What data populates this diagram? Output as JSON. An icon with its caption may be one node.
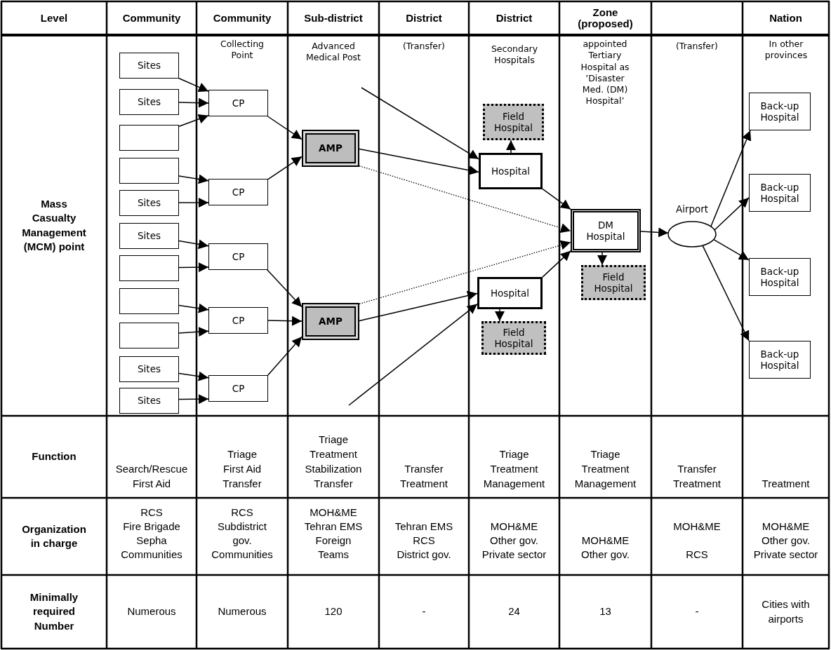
{
  "diagram": {
    "nodes": [
      {
        "text": [
          "Sites"
        ]
      },
      {
        "text": [
          "Sites"
        ]
      },
      {
        "text": [],
        "shape": "box"
      },
      {
        "text": [],
        "shape": "box"
      },
      {
        "text": [
          "Sites"
        ]
      },
      {
        "text": [
          "Sites"
        ]
      },
      {
        "text": [],
        "shape": "box"
      },
      {
        "text": [],
        "shape": "box"
      },
      {
        "text": [],
        "shape": "box"
      },
      {
        "text": [
          "Sites"
        ]
      },
      {
        "text": [
          "Sites"
        ]
      },
      {
        "text": [
          "CP"
        ]
      },
      {
        "text": [
          "CP"
        ]
      },
      {
        "text": [
          "CP"
        ]
      },
      {
        "text": [
          "CP"
        ]
      },
      {
        "text": [
          "CP"
        ]
      },
      {
        "text": [
          "AMP"
        ]
      },
      {
        "text": [
          "AMP"
        ]
      },
      {
        "text": [
          "Field Hospital"
        ]
      },
      {
        "text": [
          "Hospital"
        ]
      },
      {
        "text": [
          "Hospital"
        ]
      },
      {
        "text": [
          "Field Hospital"
        ]
      },
      {
        "text": [
          "DM Hospital"
        ]
      },
      {
        "text": [
          "Field Hospital"
        ]
      },
      {
        "text": [
          "Airport"
        ]
      },
      {
        "text": [
          "Back-up Hospital"
        ]
      },
      {
        "text": [
          "Back-up Hospital"
        ]
      },
      {
        "text": [
          "Back-up Hospital"
        ]
      },
      {
        "text": [
          "Back-up Hospital"
        ]
      }
    ],
    "edges": [
      {
        "from": 0,
        "to": 11,
        "arrow": "to"
      },
      {
        "from": 1,
        "to": 11,
        "arrow": "to"
      },
      {
        "from": 2,
        "to": 11,
        "arrow": "to"
      },
      {
        "from": 3,
        "to": 12,
        "arrow": "to"
      },
      {
        "from": 4,
        "to": 12,
        "arrow": "to"
      },
      {
        "from": 5,
        "to": 13,
        "arrow": "to"
      },
      {
        "from": 6,
        "to": 13,
        "arrow": "to"
      },
      {
        "from": 7,
        "to": 14,
        "arrow": "to"
      },
      {
        "from": 8,
        "to": 14,
        "arrow": "to"
      },
      {
        "from": 9,
        "to": 15,
        "arrow": "to"
      },
      {
        "from": 10,
        "to": 15,
        "arrow": "to"
      },
      {
        "from": 11,
        "to": 16,
        "arrow": "to"
      },
      {
        "from": 12,
        "to": 16,
        "arrow": "to"
      },
      {
        "from": 13,
        "to": 17,
        "arrow": "to"
      },
      {
        "from": 14,
        "to": 17,
        "arrow": "to"
      },
      {
        "from": 15,
        "to": 17,
        "arrow": "to"
      },
      {
        "from": null,
        "to": 19,
        "arrow": "to"
      },
      {
        "from": 16,
        "to": 19,
        "arrow": "to"
      },
      {
        "from": 19,
        "to": 18,
        "arrow": "to"
      },
      {
        "from": 16,
        "to": 22,
        "arrow": "to",
        "style": "dashed"
      },
      {
        "from": 19,
        "to": 22,
        "arrow": "to"
      },
      {
        "from": 17,
        "to": 22,
        "arrow": "to",
        "style": "dashed"
      },
      {
        "from": null,
        "to": 20,
        "arrow": "to"
      },
      {
        "from": 17,
        "to": 20,
        "arrow": "to"
      },
      {
        "from": 20,
        "to": 21,
        "arrow": "to"
      },
      {
        "from": 20,
        "to": 22,
        "arrow": "to"
      },
      {
        "from": 22,
        "to": 23,
        "arrow": "to"
      },
      {
        "from": 22,
        "to": 24,
        "arrow": "to"
      },
      {
        "from": 24,
        "to": 25,
        "arrow": "to"
      },
      {
        "from": 24,
        "to": 26,
        "arrow": "to"
      },
      {
        "from": 24,
        "to": 27,
        "arrow": "to"
      },
      {
        "from": 24,
        "to": 28,
        "arrow": "to"
      }
    ],
    "labels": [
      "Level",
      "Community",
      "Community",
      "Sub-district",
      "District",
      "District",
      "Zone (proposed)",
      "Nation",
      "Mass Casualty Management (MCM) point",
      "Collecting Point",
      "Advanced Medical Post",
      "(Transfer)",
      "Secondary Hospitals",
      "appointed Tertiary Hospital as ’Disaster Med. (DM) Hospital’",
      "(Transfer)",
      "In other provinces",
      "Function",
      "Search/Rescue",
      "First Aid",
      "Triage",
      "First Aid",
      "Transfer",
      "Triage",
      "Treatment",
      "Stabilization",
      "Transfer",
      "Transfer",
      "Treatment",
      "Triage",
      "Treatment",
      "Management",
      "Triage",
      "Treatment",
      "Management",
      "Transfer",
      "Treatment",
      "Treatment",
      "Organization in charge",
      "RCS",
      "Fire Brigade",
      "Sepha",
      "Communities",
      "RCS",
      "Subdistrict",
      "gov.",
      "Communities",
      "MOH&ME",
      "Tehran EMS",
      "Foreign",
      "Teams",
      "Tehran EMS",
      "RCS",
      "District gov.",
      "MOH&ME",
      "Other gov.",
      "Private sector",
      "MOH&ME",
      "Other gov.",
      "MOH&ME",
      "RCS",
      "MOH&ME",
      "Other gov.",
      "Private sector",
      "Minimally required Number",
      "Numerous",
      "Numerous",
      "120",
      "-",
      "24",
      "13",
      "-",
      "Cities with airports"
    ]
  }
}
